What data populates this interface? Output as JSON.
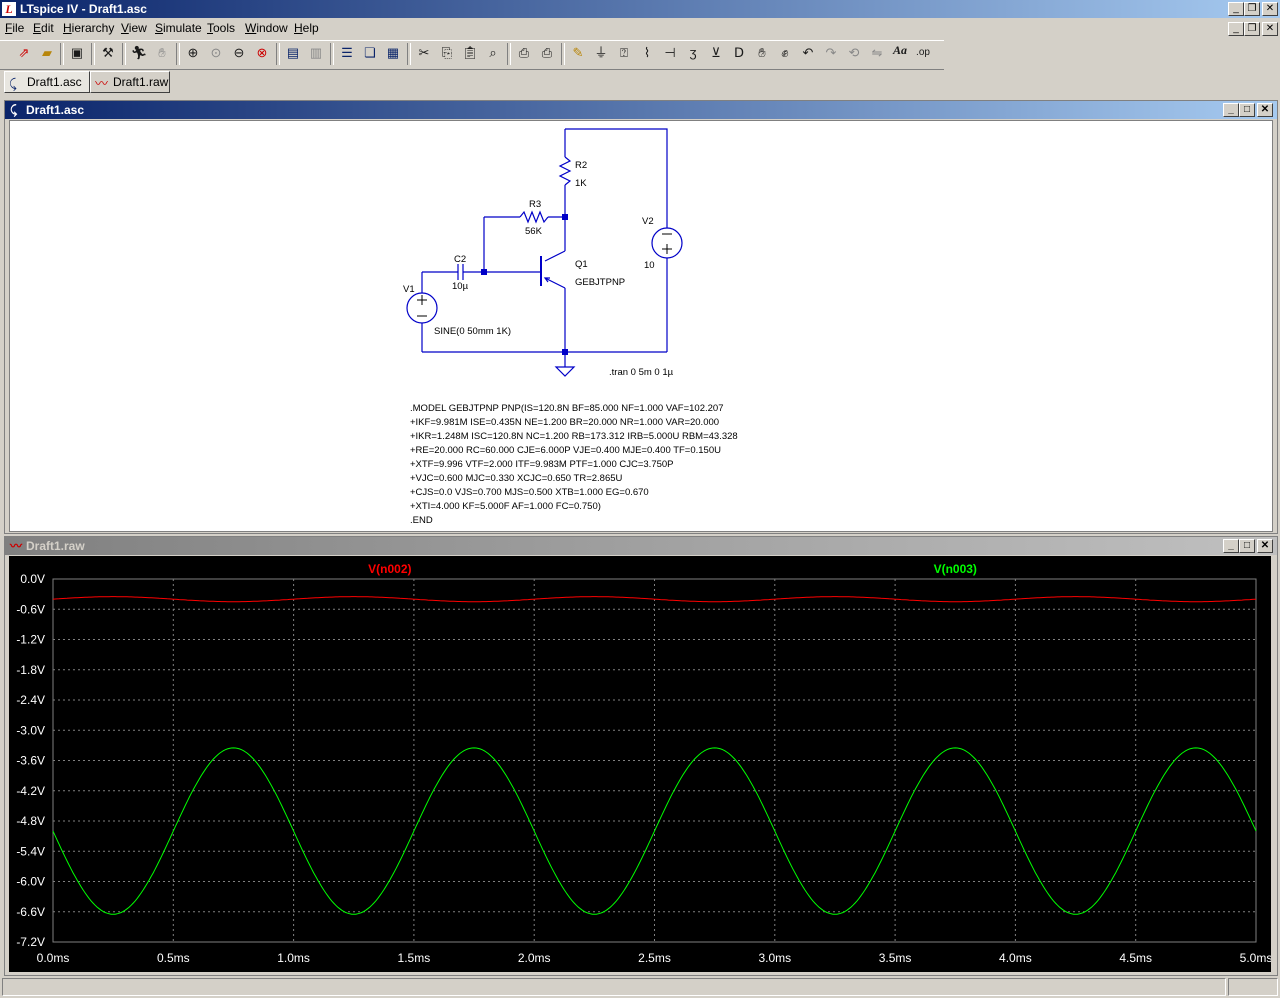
{
  "app": {
    "title": "LTspice IV - Draft1.asc",
    "icon": "ltspice-icon"
  },
  "menu": [
    "File",
    "Edit",
    "Hierarchy",
    "View",
    "Simulate",
    "Tools",
    "Window",
    "Help"
  ],
  "toolbar_icons": [
    "new-schematic-icon",
    "open-icon",
    "save-icon",
    "control-panel-icon",
    "run-icon",
    "halt-icon",
    "zoom-in-icon",
    "zoom-area-icon",
    "zoom-out-icon",
    "zoom-cancel-icon",
    "autorange-icon",
    "manual-limits-icon",
    "tile-horizontal-icon",
    "cascade-icon",
    "tile-vertical-icon",
    "cut-icon",
    "copy-icon",
    "paste-icon",
    "find-icon",
    "print-setup-icon",
    "print-icon",
    "wire-icon",
    "ground-icon",
    "label-icon",
    "resistor-icon",
    "capacitor-icon",
    "inductor-icon",
    "diode-icon",
    "component-icon",
    "move-icon",
    "drag-icon",
    "undo-icon",
    "redo-icon",
    "rotate-icon",
    "mirror-icon",
    "text-icon",
    "spice-directive-icon"
  ],
  "tabs": [
    {
      "label": "Draft1.asc",
      "icon": "schematic-icon"
    },
    {
      "label": "Draft1.raw",
      "icon": "waveform-icon"
    }
  ],
  "schematic": {
    "window_title": "Draft1.asc",
    "labels": {
      "R2": "R2",
      "R2_val": "1K",
      "R3": "R3",
      "R3_val": "56K",
      "C2": "C2",
      "C2_val": "10µ",
      "V1": "V1",
      "V1_val": "SINE(0 50mm 1K)",
      "V2": "V2",
      "V2_val": "10",
      "Q1": "Q1",
      "Q1_val": "GEBJTPNP",
      "tran": ".tran 0 5m 0 1µ"
    },
    "model_lines": [
      ".MODEL GEBJTPNP PNP(IS=120.8N BF=85.000 NF=1.000 VAF=102.207",
      "+IKF=9.981M ISE=0.435N NE=1.200 BR=20.000 NR=1.000 VAR=20.000",
      "+IKR=1.248M ISC=120.8N NC=1.200 RB=173.312 IRB=5.000U RBM=43.328",
      "+RE=20.000 RC=60.000 CJE=6.000P VJE=0.400 MJE=0.400 TF=0.150U",
      "+XTF=9.996 VTF=2.000 ITF=9.983M PTF=1.000 CJC=3.750P",
      "+VJC=0.600 MJC=0.330 XCJC=0.650 TR=2.865U",
      "+CJS=0.0 VJS=0.700 MJS=0.500 XTB=1.000 EG=0.670",
      "+XTI=4.000 KF=5.000F AF=1.000 FC=0.750)",
      ".END"
    ]
  },
  "waveform": {
    "window_title": "Draft1.raw"
  },
  "chart_data": {
    "type": "line",
    "title": "",
    "xlabel": "",
    "ylabel": "",
    "x_ticks": [
      "0.0ms",
      "0.5ms",
      "1.0ms",
      "1.5ms",
      "2.0ms",
      "2.5ms",
      "3.0ms",
      "3.5ms",
      "4.0ms",
      "4.5ms",
      "5.0ms"
    ],
    "y_ticks": [
      "0.0V",
      "-0.6V",
      "-1.2V",
      "-1.8V",
      "-2.4V",
      "-3.0V",
      "-3.6V",
      "-4.2V",
      "-4.8V",
      "-5.4V",
      "-6.0V",
      "-6.6V",
      "-7.2V"
    ],
    "xlim": [
      0,
      5.0
    ],
    "ylim": [
      -7.2,
      0.0
    ],
    "x_unit": "ms",
    "grid": true,
    "background": "#000000",
    "grid_color": "#808080",
    "series": [
      {
        "name": "V(n002)",
        "color": "#ff0000",
        "frequency_khz": 1.0,
        "offset_v": -0.4,
        "amplitude_v": 0.05,
        "phase": "sine"
      },
      {
        "name": "V(n003)",
        "color": "#00ff00",
        "frequency_khz": 1.0,
        "offset_v": -5.0,
        "amplitude_v": 1.65,
        "phase": "inverted-sine",
        "peaks": {
          "max_v": -3.35,
          "min_v": -6.65,
          "max_at_ms": [
            0.75,
            1.75,
            2.75,
            3.75,
            4.75
          ],
          "min_at_ms": [
            0.25,
            1.25,
            2.25,
            3.25,
            4.25
          ]
        }
      }
    ]
  }
}
